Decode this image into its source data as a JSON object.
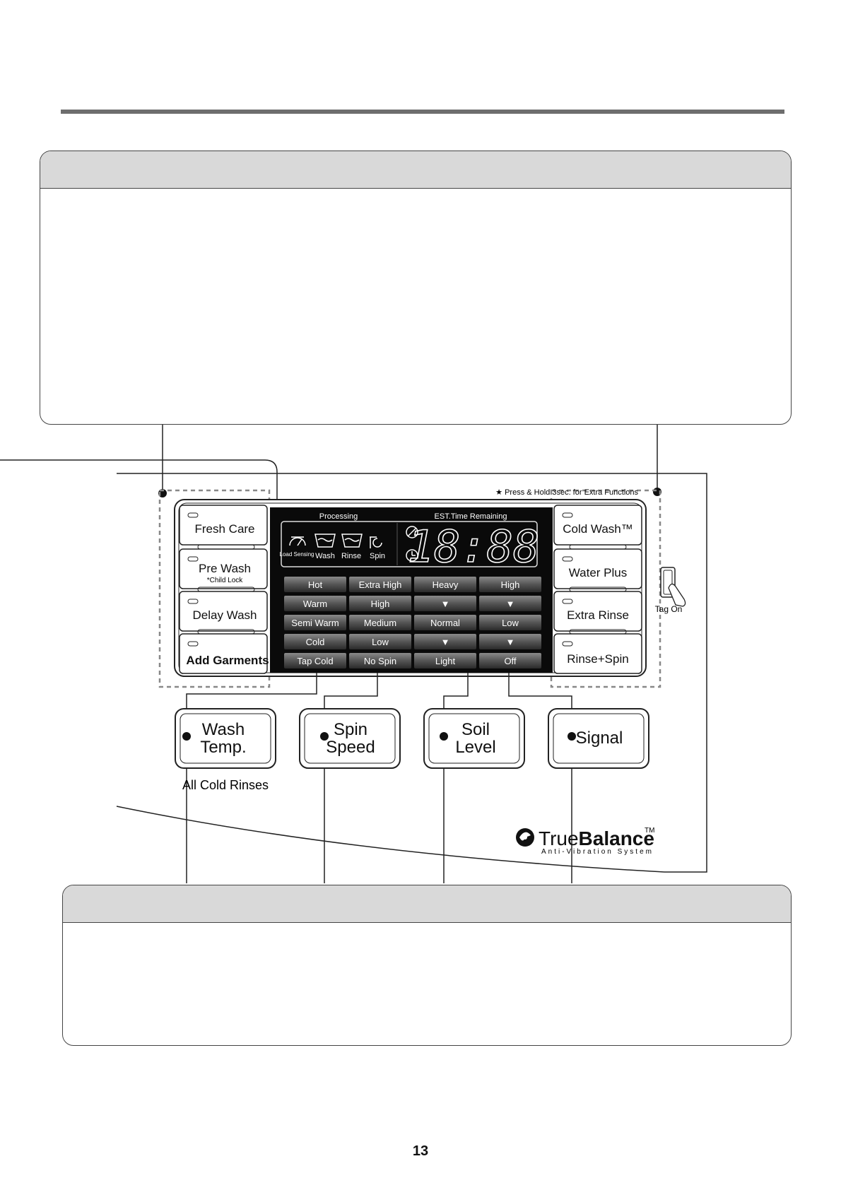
{
  "panel": {
    "hint": "★ Press & Hold 3sec. for Extra Functions",
    "tag_on": "Tag On",
    "left_buttons": [
      "Fresh Care",
      "Pre Wash",
      "Delay Wash",
      "Add Garments"
    ],
    "child_lock": "*Child Lock",
    "right_buttons": [
      "Cold Wash™",
      "Water Plus",
      "Extra Rinse",
      "Rinse+Spin"
    ],
    "display": {
      "processing": "Processing",
      "est_time": "EST.Time Remaining",
      "time": "18:88",
      "stage_labels": [
        "Load Sensing",
        "Wash",
        "Rinse",
        "Spin"
      ]
    },
    "options": {
      "wash_temp": [
        "Hot",
        "Warm",
        "Semi Warm",
        "Cold",
        "Tap Cold"
      ],
      "spin_speed": [
        "Extra High",
        "High",
        "Medium",
        "Low",
        "No Spin"
      ],
      "soil_level": [
        "Heavy",
        "▼",
        "Normal",
        "▼",
        "Light"
      ],
      "signal": [
        "High",
        "▼",
        "Low",
        "▼",
        "Off"
      ]
    },
    "big_buttons": [
      {
        "line1": "Wash",
        "line2": "Temp."
      },
      {
        "line1": "Spin",
        "line2": "Speed"
      },
      {
        "line1": "Soil",
        "line2": "Level"
      },
      {
        "line1": "Signal",
        "line2": ""
      }
    ],
    "all_cold_rinses": "All Cold Rinses",
    "brand": {
      "name_light": "True",
      "name_bold": "Balance",
      "tm": "TM",
      "tagline": "Anti-Vibration System"
    }
  },
  "page_number": "13"
}
